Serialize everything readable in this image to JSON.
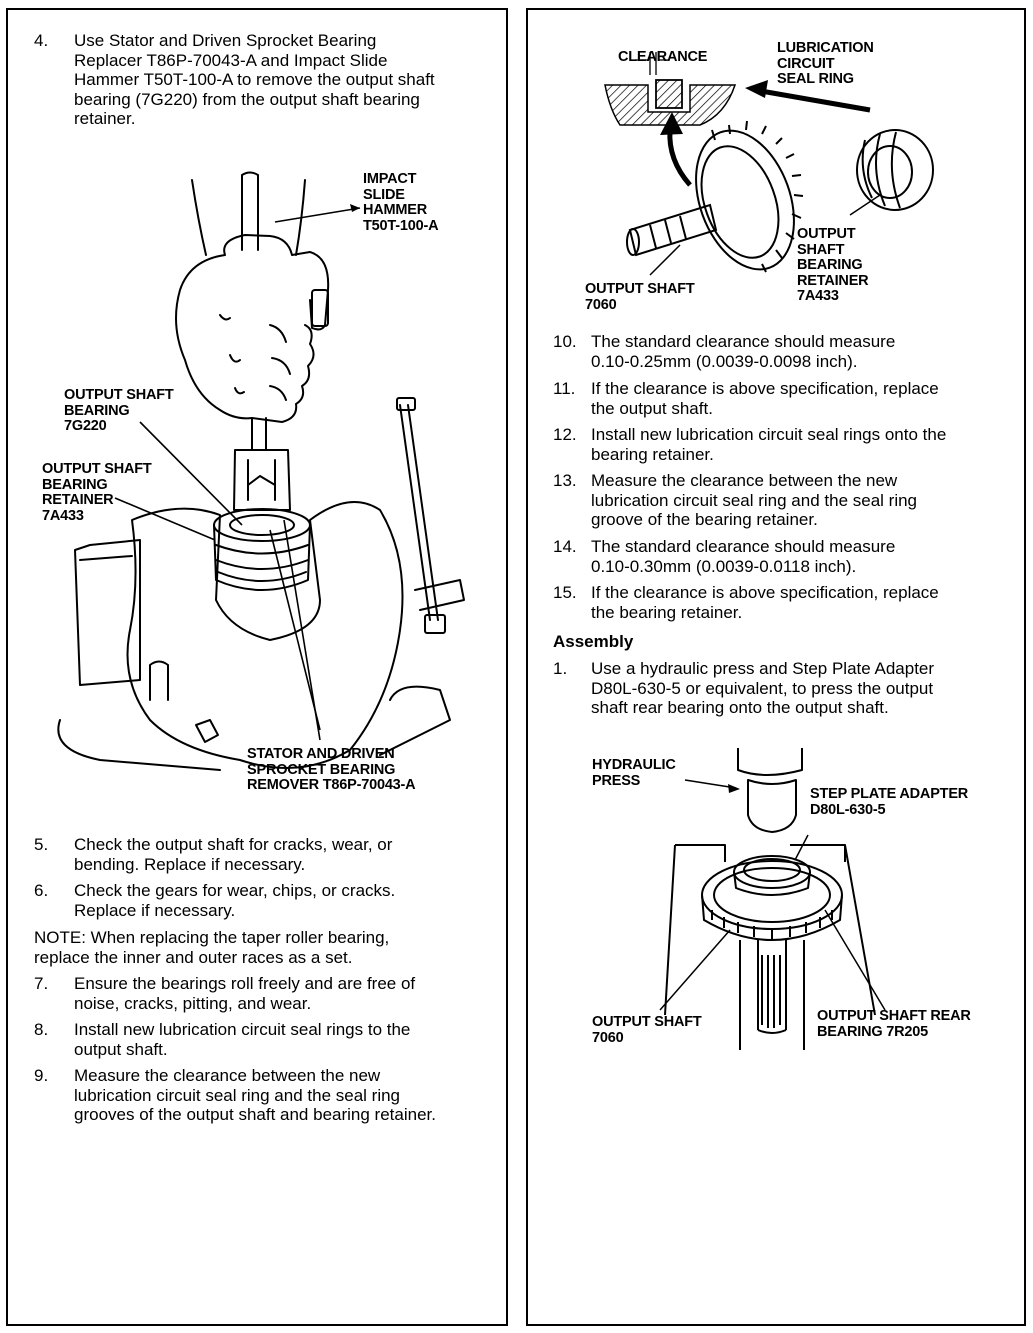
{
  "left": {
    "step4": {
      "num": "4.",
      "lines": [
        "Use Stator and Driven Sprocket Bearing",
        "Replacer T86P-70043-A and Impact Slide",
        "Hammer T50T-100-A to remove the output shaft",
        "bearing (7G220) from the output shaft bearing",
        "retainer."
      ]
    },
    "fig1": {
      "impact_slide_hammer": [
        "IMPACT",
        "SLIDE",
        "HAMMER",
        "T50T-100-A"
      ],
      "output_shaft_bearing": [
        "OUTPUT SHAFT",
        "BEARING",
        "7G220"
      ],
      "output_shaft_bearing_retainer": [
        "OUTPUT SHAFT",
        "BEARING",
        "RETAINER",
        "7A433"
      ],
      "stator_remover": [
        "STATOR AND DRIVEN",
        "SPROCKET BEARING",
        "REMOVER T86P-70043-A"
      ]
    },
    "step5": {
      "num": "5.",
      "lines": [
        "Check the output shaft for cracks, wear, or",
        "bending. Replace if necessary."
      ]
    },
    "step6": {
      "num": "6.",
      "lines": [
        "Check the gears for wear, chips, or cracks.",
        "Replace if necessary."
      ]
    },
    "note": [
      "NOTE: When replacing the taper roller bearing,",
      "replace the inner and outer races as a set."
    ],
    "step7": {
      "num": "7.",
      "lines": [
        "Ensure the bearings roll freely and are free of",
        "noise, cracks, pitting, and wear."
      ]
    },
    "step8": {
      "num": "8.",
      "lines": [
        "Install new lubrication circuit seal rings to the",
        "output shaft."
      ]
    },
    "step9": {
      "num": "9.",
      "lines": [
        "Measure the clearance between the new",
        "lubrication circuit seal ring and the seal ring",
        "grooves of the output shaft and bearing retainer."
      ]
    }
  },
  "right": {
    "fig2": {
      "clearance": "CLEARANCE",
      "lubrication_seal_ring": [
        "LUBRICATION",
        "CIRCUIT",
        "SEAL RING"
      ],
      "output_shaft": [
        "OUTPUT SHAFT",
        "7060"
      ],
      "output_shaft_bearing_retainer": [
        "OUTPUT",
        "SHAFT",
        "BEARING",
        "RETAINER",
        "7A433"
      ]
    },
    "step10": {
      "num": "10.",
      "lines": [
        "The standard clearance should measure",
        "0.10-0.25mm (0.0039-0.0098 inch)."
      ]
    },
    "step11": {
      "num": "11.",
      "lines": [
        "If the clearance is above specification, replace",
        "the output shaft."
      ]
    },
    "step12": {
      "num": "12.",
      "lines": [
        "Install new lubrication circuit seal rings onto the",
        "bearing retainer."
      ]
    },
    "step13": {
      "num": "13.",
      "lines": [
        "Measure the clearance between the new",
        "lubrication circuit seal ring and the seal ring",
        "groove of the bearing retainer."
      ]
    },
    "step14": {
      "num": "14.",
      "lines": [
        "The standard clearance should measure",
        "0.10-0.30mm (0.0039-0.0118 inch)."
      ]
    },
    "step15": {
      "num": "15.",
      "lines": [
        "If the clearance is above specification, replace",
        "the bearing retainer."
      ]
    },
    "assembly_heading": "Assembly",
    "asm1": {
      "num": "1.",
      "lines": [
        "Use a hydraulic press and Step Plate Adapter",
        "D80L-630-5 or equivalent, to press the output",
        "shaft rear bearing onto the output shaft."
      ]
    },
    "fig3": {
      "hydraulic_press": [
        "HYDRAULIC",
        "PRESS"
      ],
      "step_plate_adapter": [
        "STEP PLATE ADAPTER",
        "D80L-630-5"
      ],
      "output_shaft": [
        "OUTPUT SHAFT",
        "7060"
      ],
      "output_shaft_rear_bearing": [
        "OUTPUT SHAFT REAR",
        "BEARING 7R205"
      ]
    }
  }
}
